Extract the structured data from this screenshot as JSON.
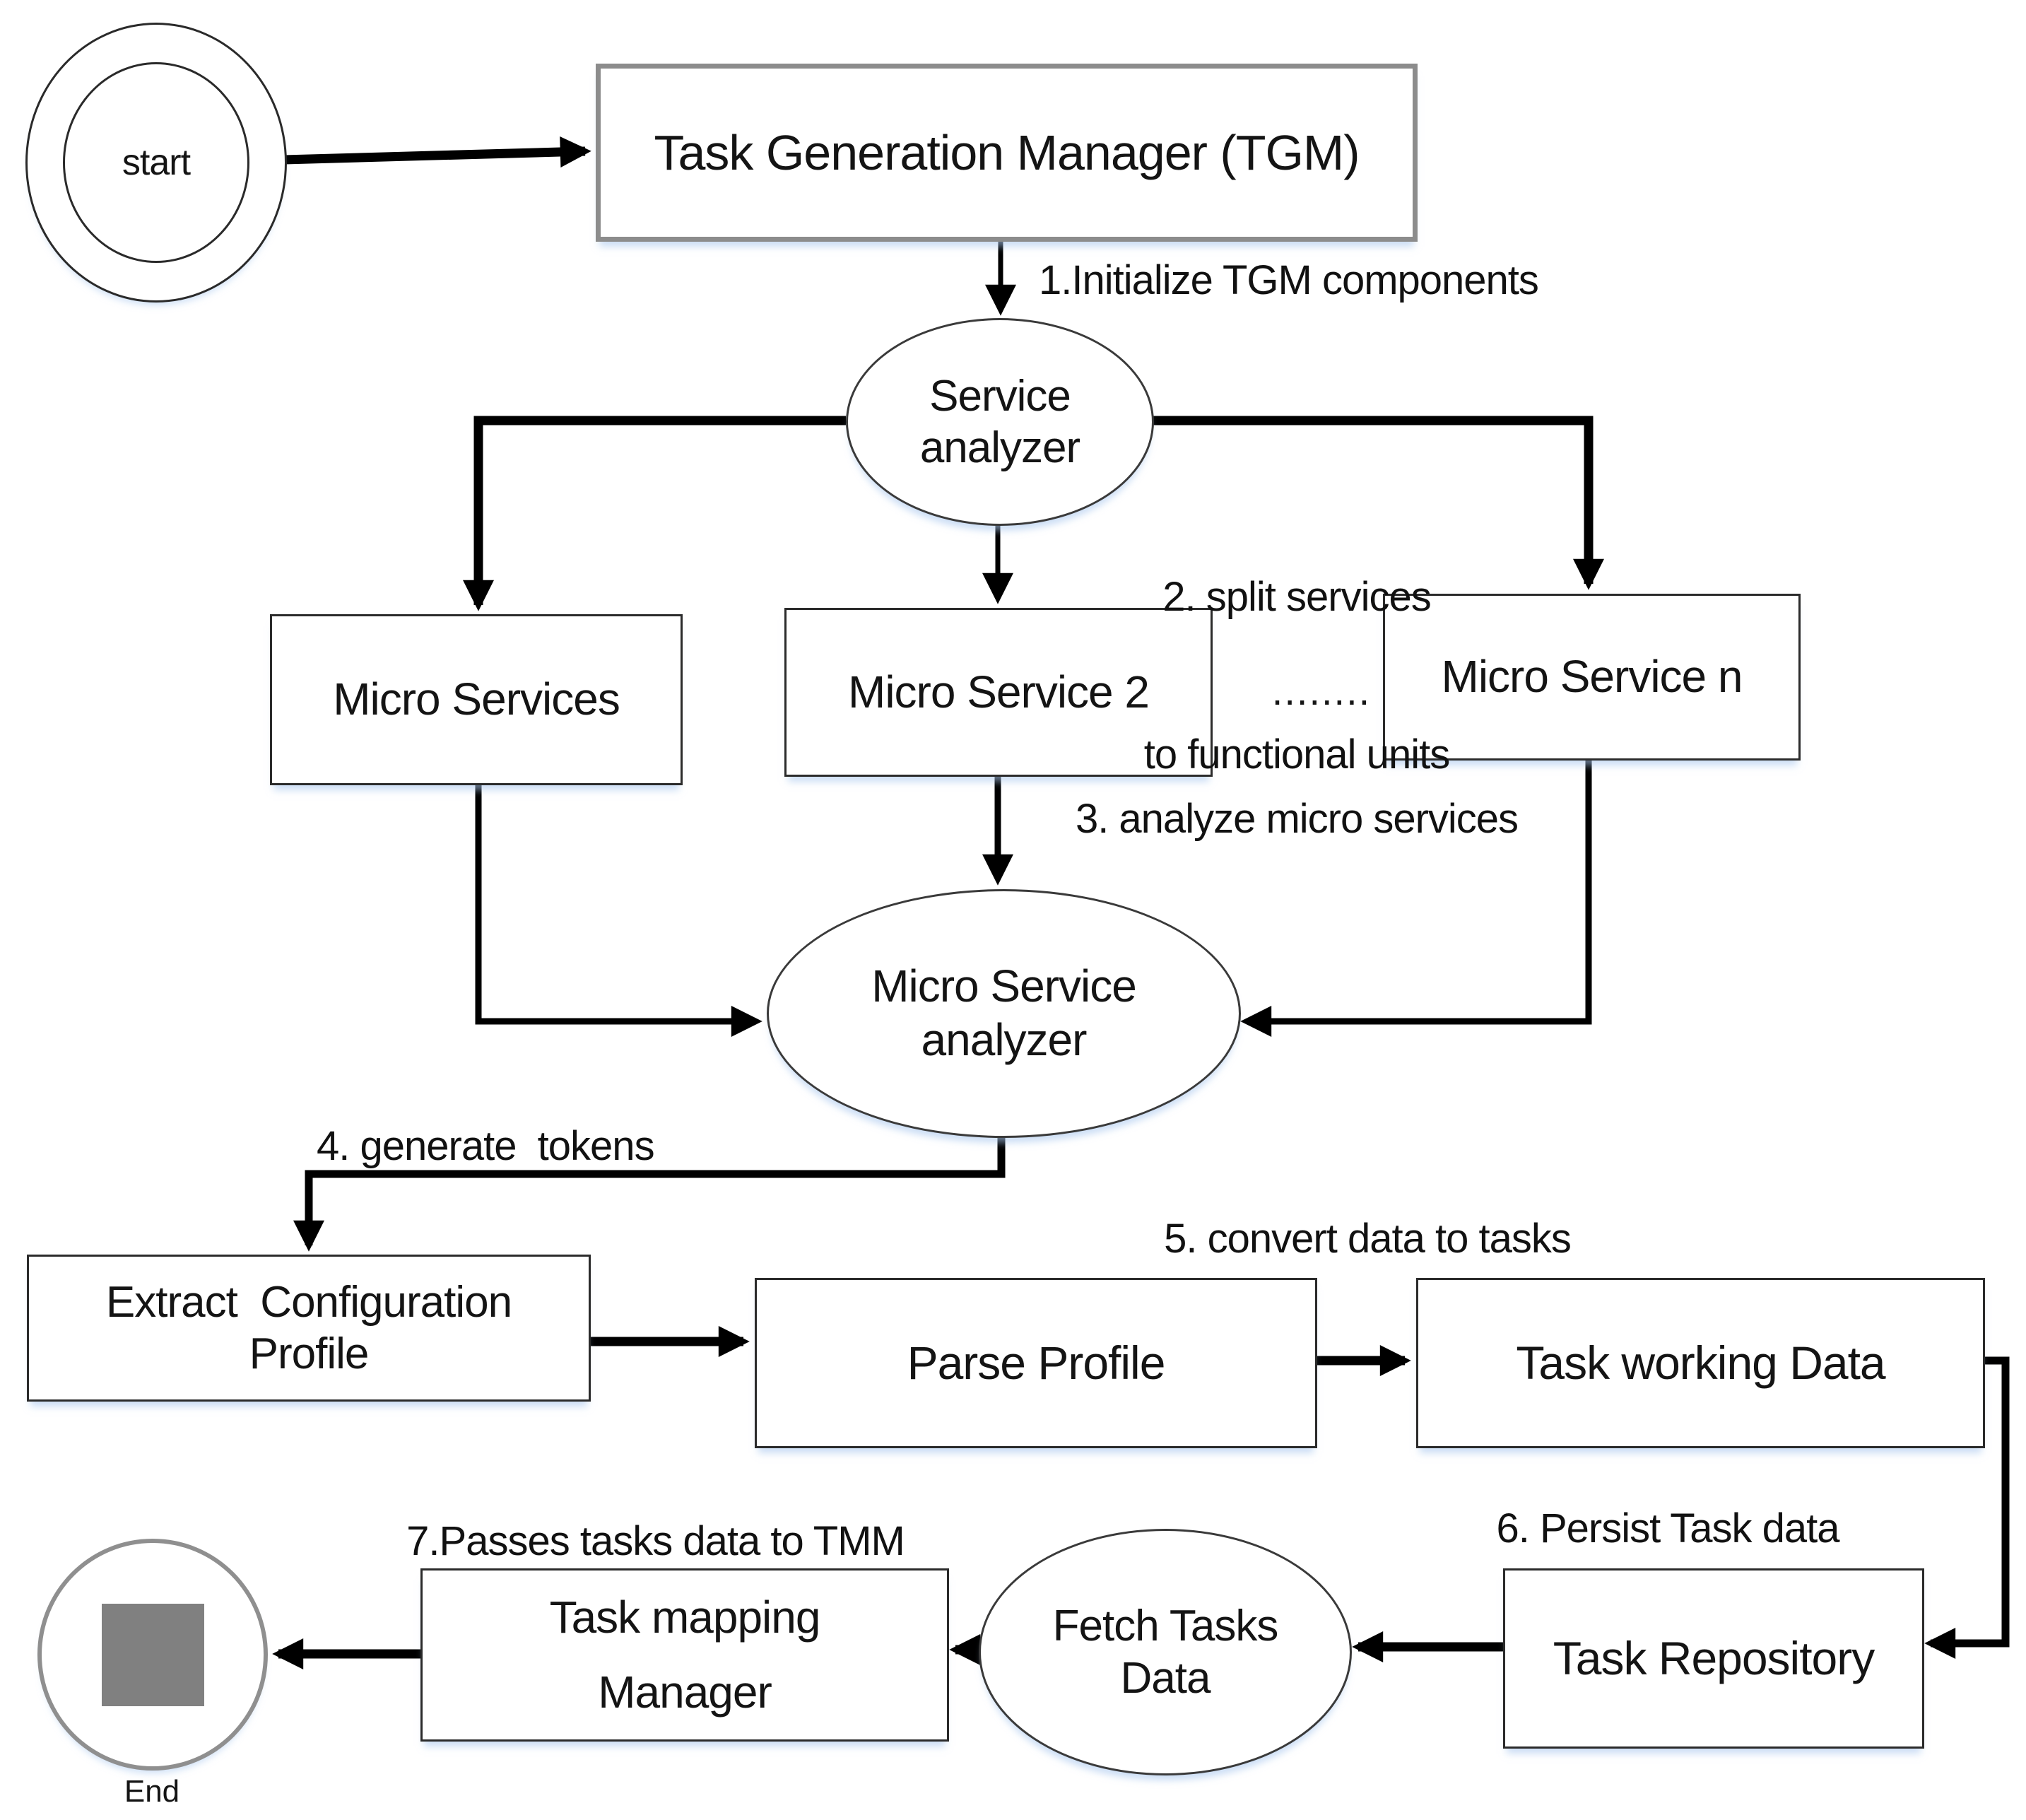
{
  "nodes": {
    "start": {
      "label": "start"
    },
    "tgm": {
      "label": "Task Generation Manager (TGM)"
    },
    "service_analyzer": {
      "line1": "Service",
      "line2": "analyzer"
    },
    "micro_services": {
      "label": "Micro Services"
    },
    "micro_service_2": {
      "label": "Micro Service 2"
    },
    "dots": {
      "label": "........"
    },
    "micro_service_n": {
      "label": "Micro Service n"
    },
    "micro_service_analyzer": {
      "line1": "Micro Service",
      "line2": "analyzer"
    },
    "extract_configuration_profile": {
      "line1": "Extract  Configuration",
      "line2": "Profile"
    },
    "parse_profile": {
      "label": "Parse Profile"
    },
    "task_working_data": {
      "label": "Task working Data"
    },
    "task_repository": {
      "label": "Task Repository"
    },
    "fetch_tasks_data": {
      "line1": "Fetch Tasks",
      "line2": "Data"
    },
    "task_mapping_manager": {
      "line1": "Task mapping",
      "line2": "Manager"
    },
    "end": {
      "label": "End"
    }
  },
  "edge_labels": {
    "step1": "1.Initialize TGM components",
    "step2_line1": "2. split services",
    "step2_line2": "to functional units",
    "step3": "3. analyze micro services",
    "step4": "4. generate  tokens",
    "step5": "5. convert data to tasks",
    "step6": "6. Persist Task data",
    "step7": "7.Passes tasks data to TMM"
  },
  "colors": {
    "line": "#000000",
    "text": "#141414",
    "box_border": "#2b2b2b",
    "tgm_border": "#8c8c8c",
    "end_border": "#8f8f8f",
    "end_square": "#808080",
    "background": "#ffffff",
    "shadow_tint": "#aac8ee"
  }
}
